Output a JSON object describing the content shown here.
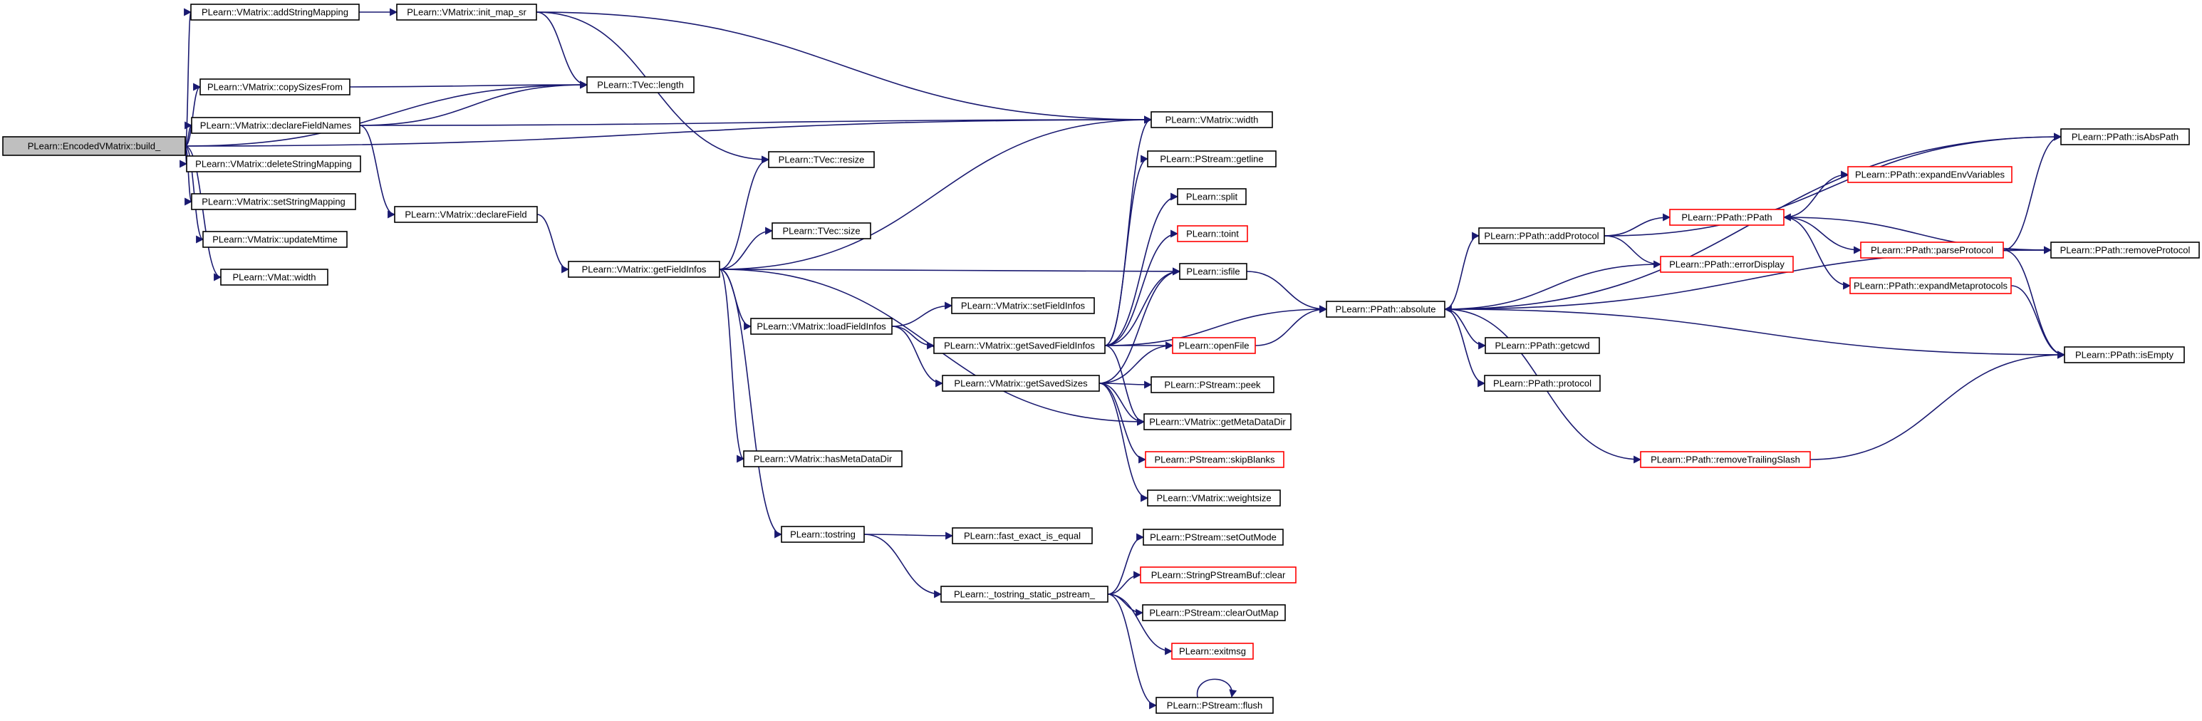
{
  "diagram": {
    "root": "PLearn::EncodedVMatrix::build_",
    "colors": {
      "edge": "#191970",
      "root_fill": "#bfbfbf",
      "node_fill": "#ffffff",
      "node_border": "#000000",
      "truncated_border": "#ff0000"
    },
    "nodes": [
      {
        "id": "build",
        "label": "PLearn::EncodedVMatrix::build_",
        "style": "root"
      },
      {
        "id": "addStringMapping",
        "label": "PLearn::VMatrix::addStringMapping",
        "style": "normal"
      },
      {
        "id": "copySizesFrom",
        "label": "PLearn::VMatrix::copySizesFrom",
        "style": "normal"
      },
      {
        "id": "declareFieldNames",
        "label": "PLearn::VMatrix::declareFieldNames",
        "style": "normal"
      },
      {
        "id": "deleteStringMapping",
        "label": "PLearn::VMatrix::deleteStringMapping",
        "style": "normal"
      },
      {
        "id": "setStringMapping",
        "label": "PLearn::VMatrix::setStringMapping",
        "style": "normal"
      },
      {
        "id": "updateMtime",
        "label": "PLearn::VMatrix::updateMtime",
        "style": "normal"
      },
      {
        "id": "vmatWidth",
        "label": "PLearn::VMat::width",
        "style": "normal"
      },
      {
        "id": "initMapSr",
        "label": "PLearn::VMatrix::init_map_sr",
        "style": "normal"
      },
      {
        "id": "tvecLength",
        "label": "PLearn::TVec::length",
        "style": "normal"
      },
      {
        "id": "declareField",
        "label": "PLearn::VMatrix::declareField",
        "style": "normal"
      },
      {
        "id": "getFieldInfos",
        "label": "PLearn::VMatrix::getFieldInfos",
        "style": "normal"
      },
      {
        "id": "tvecResize",
        "label": "PLearn::TVec::resize",
        "style": "normal"
      },
      {
        "id": "tvecSize",
        "label": "PLearn::TVec::size",
        "style": "normal"
      },
      {
        "id": "loadFieldInfos",
        "label": "PLearn::VMatrix::loadFieldInfos",
        "style": "normal"
      },
      {
        "id": "hasMetaDataDir",
        "label": "PLearn::VMatrix::hasMetaDataDir",
        "style": "normal"
      },
      {
        "id": "tostring",
        "label": "PLearn::tostring",
        "style": "normal"
      },
      {
        "id": "setFieldInfos",
        "label": "PLearn::VMatrix::setFieldInfos",
        "style": "normal"
      },
      {
        "id": "getSavedFieldInfos",
        "label": "PLearn::VMatrix::getSavedFieldInfos",
        "style": "normal"
      },
      {
        "id": "getSavedSizes",
        "label": "PLearn::VMatrix::getSavedSizes",
        "style": "normal"
      },
      {
        "id": "fastExact",
        "label": "PLearn::fast_exact_is_equal",
        "style": "normal"
      },
      {
        "id": "tostringStatic",
        "label": "PLearn::_tostring_static_pstream_",
        "style": "normal"
      },
      {
        "id": "vmWidth",
        "label": "PLearn::VMatrix::width",
        "style": "normal"
      },
      {
        "id": "getline",
        "label": "PLearn::PStream::getline",
        "style": "normal"
      },
      {
        "id": "split",
        "label": "PLearn::split",
        "style": "normal"
      },
      {
        "id": "toint",
        "label": "PLearn::toint",
        "style": "truncated"
      },
      {
        "id": "isfile",
        "label": "PLearn::isfile",
        "style": "normal"
      },
      {
        "id": "openFile",
        "label": "PLearn::openFile",
        "style": "truncated"
      },
      {
        "id": "peek",
        "label": "PLearn::PStream::peek",
        "style": "normal"
      },
      {
        "id": "getMetaDataDir",
        "label": "PLearn::VMatrix::getMetaDataDir",
        "style": "normal"
      },
      {
        "id": "skipBlanks",
        "label": "PLearn::PStream::skipBlanks",
        "style": "truncated"
      },
      {
        "id": "weightsize",
        "label": "PLearn::VMatrix::weightsize",
        "style": "normal"
      },
      {
        "id": "setOutMode",
        "label": "PLearn::PStream::setOutMode",
        "style": "normal"
      },
      {
        "id": "sbufClear",
        "label": "PLearn::StringPStreamBuf::clear",
        "style": "truncated"
      },
      {
        "id": "clearOutMap",
        "label": "PLearn::PStream::clearOutMap",
        "style": "normal"
      },
      {
        "id": "exitmsg",
        "label": "PLearn::exitmsg",
        "style": "truncated"
      },
      {
        "id": "flush",
        "label": "PLearn::PStream::flush",
        "style": "normal"
      },
      {
        "id": "absolute",
        "label": "PLearn::PPath::absolute",
        "style": "normal"
      },
      {
        "id": "addProtocol",
        "label": "PLearn::PPath::addProtocol",
        "style": "normal"
      },
      {
        "id": "getcwd",
        "label": "PLearn::PPath::getcwd",
        "style": "normal"
      },
      {
        "id": "protocol",
        "label": "PLearn::PPath::protocol",
        "style": "normal"
      },
      {
        "id": "removeTrailingSlash",
        "label": "PLearn::PPath::removeTrailingSlash",
        "style": "truncated"
      },
      {
        "id": "ppathCtor",
        "label": "PLearn::PPath::PPath",
        "style": "truncated"
      },
      {
        "id": "errorDisplay",
        "label": "PLearn::PPath::errorDisplay",
        "style": "truncated"
      },
      {
        "id": "expandEnvVariables",
        "label": "PLearn::PPath::expandEnvVariables",
        "style": "truncated"
      },
      {
        "id": "parseProtocol",
        "label": "PLearn::PPath::parseProtocol",
        "style": "truncated"
      },
      {
        "id": "expandMetaprotocols",
        "label": "PLearn::PPath::expandMetaprotocols",
        "style": "truncated"
      },
      {
        "id": "isAbsPath",
        "label": "PLearn::PPath::isAbsPath",
        "style": "normal"
      },
      {
        "id": "removeProtocol",
        "label": "PLearn::PPath::removeProtocol",
        "style": "normal"
      },
      {
        "id": "isEmpty",
        "label": "PLearn::PPath::isEmpty",
        "style": "normal"
      }
    ],
    "edges": [
      [
        "build",
        "addStringMapping"
      ],
      [
        "build",
        "tvecLength"
      ],
      [
        "build",
        "copySizesFrom"
      ],
      [
        "build",
        "declareFieldNames"
      ],
      [
        "build",
        "vmWidth"
      ],
      [
        "build",
        "deleteStringMapping"
      ],
      [
        "build",
        "setStringMapping"
      ],
      [
        "build",
        "updateMtime"
      ],
      [
        "build",
        "vmatWidth"
      ],
      [
        "addStringMapping",
        "initMapSr"
      ],
      [
        "initMapSr",
        "tvecLength"
      ],
      [
        "initMapSr",
        "tvecResize"
      ],
      [
        "initMapSr",
        "vmWidth"
      ],
      [
        "copySizesFrom",
        "tvecLength"
      ],
      [
        "declareFieldNames",
        "tvecLength"
      ],
      [
        "declareFieldNames",
        "vmWidth"
      ],
      [
        "declareFieldNames",
        "declareField"
      ],
      [
        "declareField",
        "getFieldInfos"
      ],
      [
        "getFieldInfos",
        "tvecResize"
      ],
      [
        "getFieldInfos",
        "vmWidth"
      ],
      [
        "getFieldInfos",
        "tvecSize"
      ],
      [
        "getFieldInfos",
        "isfile"
      ],
      [
        "getFieldInfos",
        "loadFieldInfos"
      ],
      [
        "getFieldInfos",
        "getMetaDataDir"
      ],
      [
        "getFieldInfos",
        "hasMetaDataDir"
      ],
      [
        "getFieldInfos",
        "tostring"
      ],
      [
        "loadFieldInfos",
        "setFieldInfos"
      ],
      [
        "loadFieldInfos",
        "getSavedFieldInfos"
      ],
      [
        "loadFieldInfos",
        "getSavedSizes"
      ],
      [
        "getSavedFieldInfos",
        "vmWidth"
      ],
      [
        "getSavedFieldInfos",
        "getline"
      ],
      [
        "getSavedFieldInfos",
        "split"
      ],
      [
        "getSavedFieldInfos",
        "toint"
      ],
      [
        "getSavedFieldInfos",
        "isfile"
      ],
      [
        "getSavedFieldInfos",
        "openFile"
      ],
      [
        "getSavedFieldInfos",
        "getMetaDataDir"
      ],
      [
        "getSavedFieldInfos",
        "absolute"
      ],
      [
        "getSavedSizes",
        "isfile"
      ],
      [
        "getSavedSizes",
        "openFile"
      ],
      [
        "getSavedSizes",
        "peek"
      ],
      [
        "getSavedSizes",
        "getMetaDataDir"
      ],
      [
        "getSavedSizes",
        "skipBlanks"
      ],
      [
        "getSavedSizes",
        "weightsize"
      ],
      [
        "tostring",
        "fastExact"
      ],
      [
        "tostring",
        "tostringStatic"
      ],
      [
        "tostringStatic",
        "setOutMode"
      ],
      [
        "tostringStatic",
        "sbufClear"
      ],
      [
        "tostringStatic",
        "clearOutMap"
      ],
      [
        "tostringStatic",
        "exitmsg"
      ],
      [
        "tostringStatic",
        "flush"
      ],
      [
        "flush",
        "flush"
      ],
      [
        "isfile",
        "absolute"
      ],
      [
        "openFile",
        "absolute"
      ],
      [
        "absolute",
        "isAbsPath"
      ],
      [
        "absolute",
        "addProtocol"
      ],
      [
        "absolute",
        "getcwd"
      ],
      [
        "absolute",
        "protocol"
      ],
      [
        "absolute",
        "removeProtocol"
      ],
      [
        "absolute",
        "isEmpty"
      ],
      [
        "absolute",
        "removeTrailingSlash"
      ],
      [
        "addProtocol",
        "isAbsPath"
      ],
      [
        "addProtocol",
        "ppathCtor"
      ],
      [
        "addProtocol",
        "errorDisplay"
      ],
      [
        "errorDisplay",
        "absolute"
      ],
      [
        "ppathCtor",
        "expandEnvVariables"
      ],
      [
        "ppathCtor",
        "parseProtocol"
      ],
      [
        "ppathCtor",
        "expandMetaprotocols"
      ],
      [
        "parseProtocol",
        "isAbsPath"
      ],
      [
        "parseProtocol",
        "removeProtocol"
      ],
      [
        "parseProtocol",
        "isEmpty"
      ],
      [
        "removeProtocol",
        "ppathCtor"
      ],
      [
        "expandMetaprotocols",
        "isEmpty"
      ],
      [
        "removeTrailingSlash",
        "isEmpty"
      ]
    ]
  }
}
